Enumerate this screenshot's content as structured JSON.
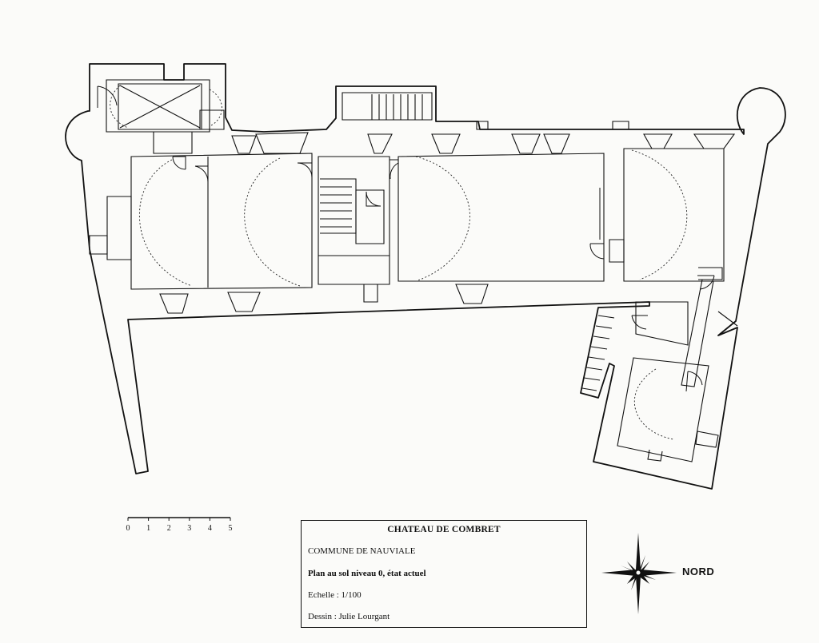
{
  "title_block": {
    "title": "CHATEAU DE COMBRET",
    "commune": "COMMUNE DE NAUVIALE",
    "plan": "Plan au sol niveau 0, état actuel",
    "scale": "Echelle : 1/100",
    "author": "Dessin : Julie Lourgant"
  },
  "scale_bar": {
    "labels": [
      "0",
      "1",
      "2",
      "3",
      "4",
      "5"
    ]
  },
  "compass": {
    "label": "NORD",
    "icon": "compass-star-icon"
  },
  "colors": {
    "ink": "#111111",
    "paper": "#fbfbf9"
  }
}
